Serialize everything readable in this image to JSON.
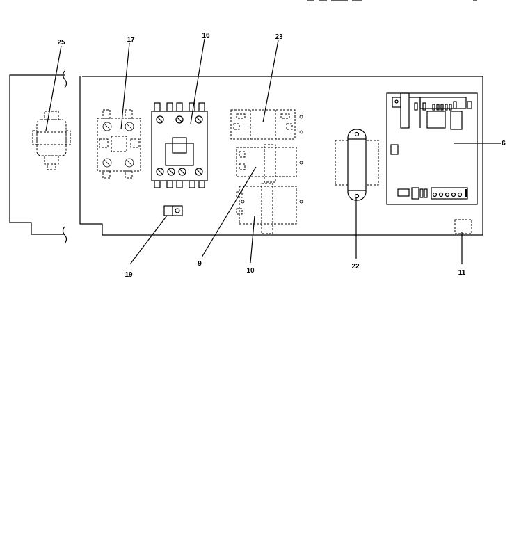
{
  "callouts": {
    "c25": "25",
    "c17": "17",
    "c16": "16",
    "c23": "23",
    "c6": "6",
    "c19": "19",
    "c9": "9",
    "c10": "10",
    "c22": "22",
    "c11": "11"
  }
}
